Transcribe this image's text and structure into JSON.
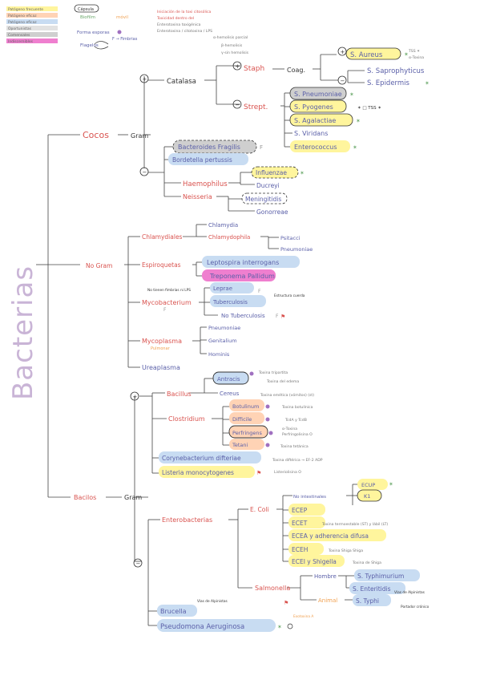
{
  "title": "Bacterias",
  "legend": [
    {
      "label": "Patógeno frecuente",
      "color": "#fff59d"
    },
    {
      "label": "Patógeno eficaz",
      "color": "#ffd3b5"
    },
    {
      "label": "Patógeno eficaz",
      "color": "#c8dcf2"
    },
    {
      "label": "Oportunistas",
      "color": "#cfcfcf"
    },
    {
      "label": "Comensales",
      "color": "#cfcfcf"
    },
    {
      "label": "Indiscernibles",
      "color": "#ef7fcf"
    }
  ],
  "key": {
    "capsula": "Cápsula",
    "biofilm": "Biofilm",
    "mov": "móvil",
    "forma_esporas": "Forma esporas",
    "fimbrias": "F → Fimbrias",
    "flagelos": "Flagelos",
    "red_notes": [
      "Iniciación de la toxi citosólica",
      "Toxicidad dentro del",
      "Enterotoxina toxigénica",
      "Enterotoxina / citotoxina / LPS"
    ],
    "hemolisis": [
      "α-hemolisis parcial",
      "β-hemolisis",
      "γ-sin hemolisis"
    ]
  },
  "nodes": {
    "cocos": "Cocos",
    "gram_cocos": "Gram",
    "plus1": "+",
    "minus1": "−",
    "catalasa": "Catalasa",
    "plus_cat": "+",
    "minus_cat": "−",
    "staph": "Staph",
    "coag": "Coag.",
    "plus_coag": "+",
    "minus_coag": "−",
    "s_aureus": "S. Aureus",
    "s_saprophyticus": "S. Saprophyticus",
    "s_epidermis": "S. Epidermis",
    "strept": "Strept.",
    "s_pneumoniae": "S. Pneumoniae",
    "s_pyogenes": "S. Pyogenes",
    "s_agalactiae": "S. Agalactiae",
    "s_viridans": "S. Viridans",
    "enterococcus": "Enterococcus",
    "bacteroides": "Bacteroides Fragilis",
    "bordetella": "Bordetella pertussis",
    "haemophilus": "Haemophilus",
    "influenzae": "Influenzae",
    "ducreyi": "Ducreyi",
    "neisseria": "Neisseria",
    "meningitidis": "Meningitidis",
    "gonorrhoeae": "Gonorreae",
    "no_gram": "No Gram",
    "chlamydiales": "Chlamydiales",
    "chlamydia": "Chlamydia",
    "chlamydophila": "Chlamydophila",
    "psitacci": "Psitacci",
    "pneumoniae_cl": "Pneumoniae",
    "espiroquetas": "Espiroquetas",
    "leptospira": "Leptospira interrogans",
    "treponema": "Treponema Pallidum",
    "mycobacterium": "Mycobacterium",
    "leprae": "Leprae",
    "tuberculosis": "Tuberculosis",
    "no_tuberculosis": "No Tuberculosis",
    "mycoplasma": "Mycoplasma",
    "mycoplasma_sub": "Pulmonar",
    "pneumoniae_my": "Pneumoniae",
    "genitalium": "Genitalium",
    "hominis": "Hominis",
    "ureaplasma": "Ureaplasma",
    "bacilos": "Bacilos",
    "gram_bacilos": "Gram",
    "plus2": "+",
    "minus2": "−",
    "bacillus": "Bacillus",
    "antracis": "Antracis",
    "cereus": "Cereus",
    "clostridium": "Clostridium",
    "botulinum": "Botulinum",
    "difficile": "Difficile",
    "perfringens": "Perfringens",
    "tetani": "Tetani",
    "corynebacterium": "Corynebacterium difteriae",
    "listeria": "Listeria monocytogenes",
    "enterobacterias": "Enterobacterias",
    "e_coli": "E. Coli",
    "no_intestinales": "No intestinales",
    "ecup": "ECUP",
    "k1": "K1",
    "ecep": "ECEP",
    "ecet": "ECET",
    "ecea": "ECEA y adherencia difusa",
    "eceh": "ECEH",
    "ecei": "ECEI y Shigella",
    "salmonella": "Salmonella",
    "hombre": "Hombre",
    "animal": "Animal",
    "s_typhimurium": "S. Typhimurium",
    "s_enteritidis": "S. Enteritidis",
    "s_typhi": "S. Typhi",
    "brucella": "Brucella",
    "pseudomona": "Pseudomona Aeruginosa"
  },
  "annotations": {
    "aureus_notes": "TSS ✶",
    "aureus_toxina": "α-Toxina",
    "pyogenes_note": "✶ □ TSS ✶",
    "antracis_tox1": "Toxina tripartita",
    "antracis_tox2": "Toxina del edema",
    "cereus_tox": "Toxina emética (vómitos) (st)",
    "botulinum_tox": "Toxina botulínica",
    "difficile_tox": "TcdA y TcdB",
    "perfringens_tox1": "α-Toxina",
    "perfringens_tox2": "Perfringolisina O",
    "tetani_tox": "Toxina tetánica",
    "coryne_tox": "Toxina diftérica → EF-2 ADP",
    "listeria_tox": "Listeriolisina O",
    "ecet_tox": "Toxina termoestable (ST) y lábil (LT)",
    "eceh_tox": "Toxina Shiga Shiga",
    "ecei_tox": "Toxina de Shiga",
    "mycobacterium_note": "No tienen fimbrias ni LPS",
    "tuberculosis_note": "Estructura cuerda",
    "brucella_note": "Vias de Alpinistas",
    "typhi_note": "Vías de Alpinistas",
    "typhi_note2": "Portador crónico",
    "pseudomona_note": "Exotoxina A",
    "fimbria": "F"
  }
}
